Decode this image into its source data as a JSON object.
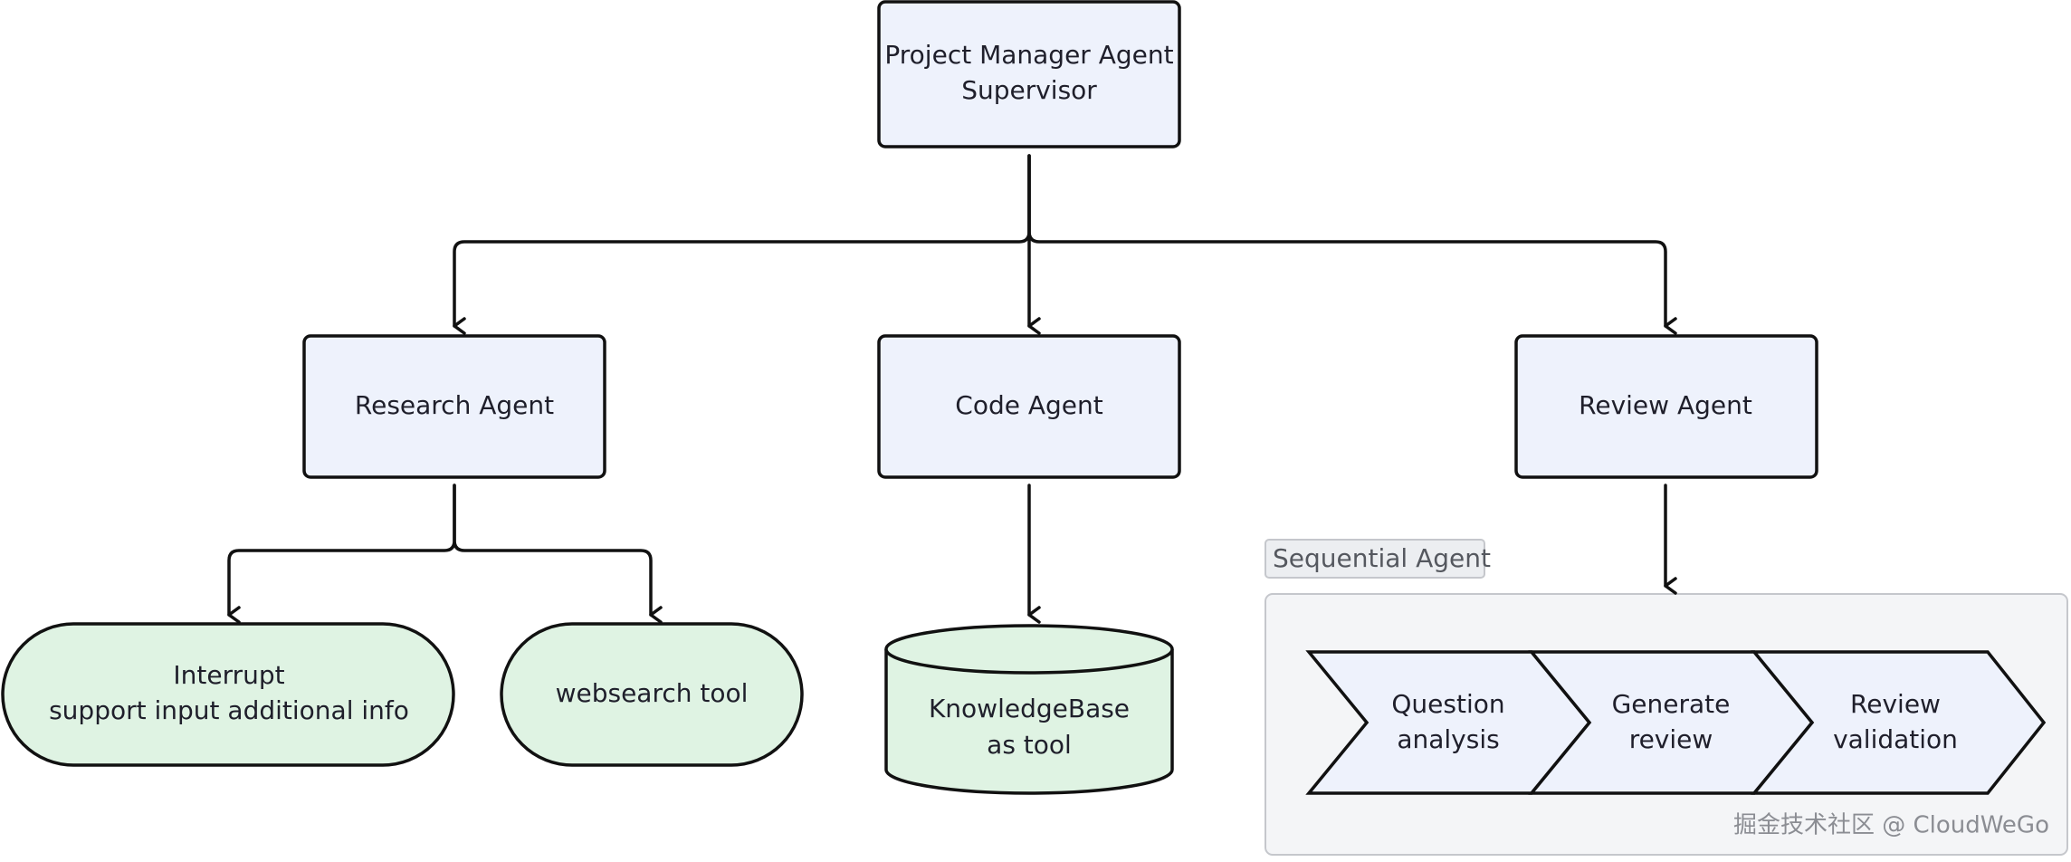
{
  "nodes": {
    "supervisor": {
      "line1": "Project Manager Agent",
      "line2": "Supervisor"
    },
    "research": {
      "label": "Research Agent"
    },
    "code": {
      "label": "Code Agent"
    },
    "review": {
      "label": "Review Agent"
    },
    "interrupt": {
      "line1": "Interrupt",
      "line2": "support input additional info"
    },
    "websearch": {
      "label": "websearch tool"
    },
    "knowledgebase": {
      "line1": "KnowledgeBase",
      "line2": "as tool"
    }
  },
  "sequential_group": {
    "label": "Sequential Agent",
    "steps": [
      {
        "line1": "Question",
        "line2": "analysis"
      },
      {
        "line1": "Generate",
        "line2": "review"
      },
      {
        "line1": "Review",
        "line2": "validation"
      }
    ]
  },
  "watermark": "掘金技术社区 @ CloudWeGo",
  "colors": {
    "agent_fill": "#eef2fc",
    "tool_fill": "#dff3e3",
    "group_fill": "#f4f5f7",
    "stroke": "#111111"
  }
}
